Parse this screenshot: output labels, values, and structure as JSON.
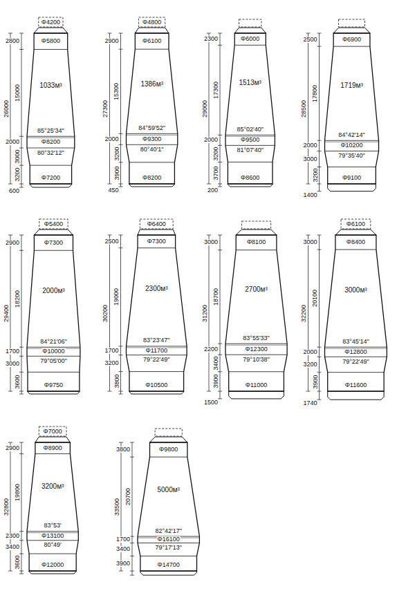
{
  "diagram": {
    "labels": [
      "Φ4200",
      "Φ5800",
      "2800",
      "15000",
      "26000",
      "1033м³",
      "85°25'34\"",
      "2000",
      "Φ8200",
      "3000",
      "80°32'12\"",
      "3200",
      "Φ7200",
      "600",
      "Φ4800",
      "Φ6100",
      "2900",
      "15300",
      "27300",
      "1386м³",
      "84°59'52\"",
      "2000",
      "Φ9300",
      "3200",
      "80°40'1\"",
      "3900",
      "Φ8200",
      "450",
      "Φ6000",
      "2300",
      "17300",
      "29000",
      "1513м³",
      "85°02'40\"",
      "2000",
      "Φ9500",
      "3200",
      "81°07'40\"",
      "3700",
      "Φ8600",
      "200",
      "Φ6900",
      "2500",
      "17800",
      "28500",
      "1719м³",
      "84°42'14\"",
      "2000",
      "Φ10200",
      "3000",
      "79°35'40\"",
      "3200",
      "Φ9100",
      "1400",
      "Φ5400",
      "Φ7300",
      "2900",
      "18200",
      "29400",
      "2000м³",
      "84°21'06\"",
      "1700",
      "Φ10000",
      "3000",
      "79°05'00\"",
      "3600",
      "Φ9750",
      "Φ6400",
      "Φ7300",
      "2500",
      "19000",
      "30200",
      "2300м³",
      "83°23'47\"",
      "1700",
      "Φ11700",
      "3200",
      "79°22'49\"",
      "3800",
      "Φ10500",
      "Φ8100",
      "3000",
      "18700",
      "31200",
      "2700м³",
      "83°55'33\"",
      "2200",
      "Φ12300",
      "3400",
      "79°10'38\"",
      "3900",
      "Φ11000",
      "1500",
      "Φ6100",
      "Φ8400",
      "3000",
      "20100",
      "32200",
      "3000м³",
      "83°45'14\"",
      "2000",
      "Φ12800",
      "3200",
      "79°22'49\"",
      "3900",
      "Φ11600",
      "1740",
      "Φ7000",
      "Φ8900",
      "2900",
      "19800",
      "32800",
      "3200м³",
      "83°53'",
      "2300",
      "Φ13100",
      "3400",
      "80°49'",
      "3600",
      "Φ12000",
      "Φ9800",
      "3800",
      "20700",
      "33500",
      "5000м³",
      "82°42'17\"",
      "1700",
      "Φ16100",
      "3400",
      "79°17'13\"",
      "3900",
      "Φ14700"
    ]
  }
}
